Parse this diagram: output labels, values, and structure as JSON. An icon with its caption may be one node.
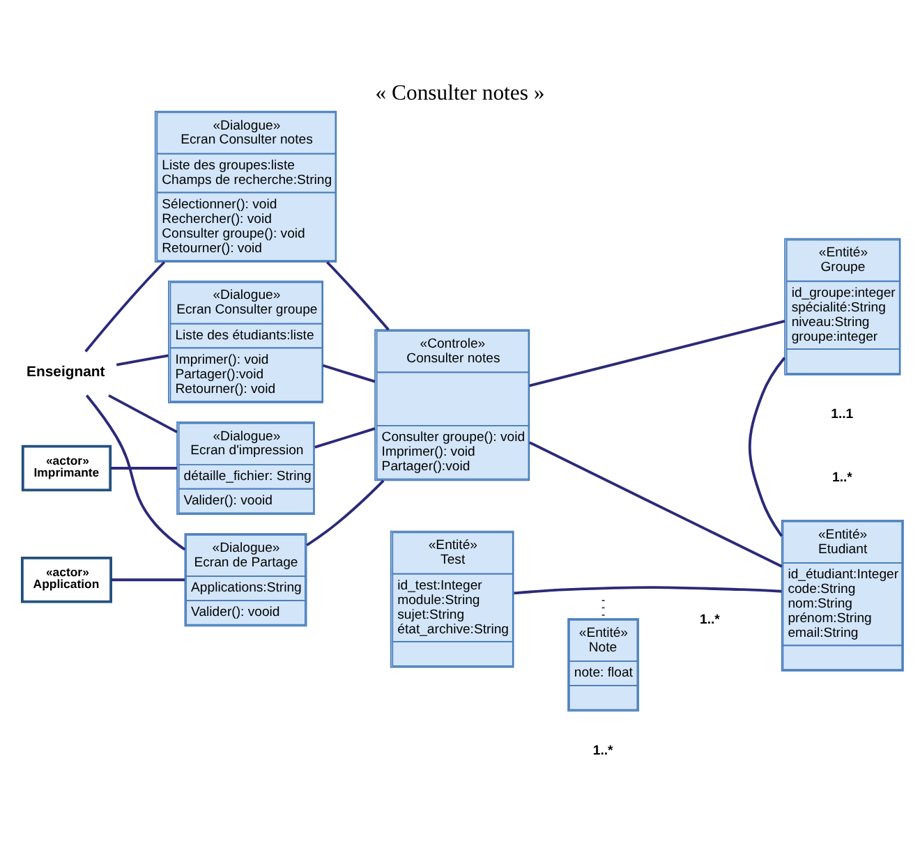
{
  "diagram": {
    "title": "« Consulter notes »",
    "nodes": [
      {
        "text": [
          "Enseignant"
        ]
      },
      {
        "text": [
          "«Dialogue»",
          "Ecran Consulter notes",
          "Liste des groupes:liste",
          "Champs de recherche:String",
          "Sélectionner(): void",
          "Rechercher(): void",
          "Consulter groupe(): void",
          "Retourner(): void"
        ]
      },
      {
        "text": [
          "«Controle»",
          "Consulter notes",
          "Consulter groupe(): void",
          "Imprimer(): void",
          "Partager():void"
        ]
      },
      {
        "text": [
          "«Entité»",
          "Groupe",
          "id_groupe:integer",
          "spécialité:String",
          "niveau:String",
          "groupe:integer"
        ]
      },
      {
        "text": [
          "«Dialogue»",
          "Ecran Consulter groupe",
          "Liste des étudiants:liste",
          "Imprimer(): void",
          "Partager():void",
          "Retourner(): void"
        ]
      },
      {
        "text": [
          "«Dialogue»",
          "Ecran d'impression",
          "détaille_fichier: String",
          "Valider(): vooid"
        ]
      },
      {
        "text": [
          "«actor»",
          "Imprimante"
        ]
      },
      {
        "text": [
          "«Entité»",
          "Test",
          "id_test:Integer",
          "module:String",
          "sujet:String",
          "état_archive:String"
        ]
      },
      {
        "text": [
          "«Entité»",
          "Etudiant",
          "id_étudiant:Integer",
          "code:String",
          "nom:String",
          "prénom:String",
          "email:String"
        ]
      },
      {
        "text": [
          "«Dialogue»",
          "Ecran de Partage",
          "Applications:String",
          "Valider(): vooid"
        ]
      },
      {
        "text": [
          "«actor»",
          "Application"
        ]
      },
      {
        "text": [
          "«Entité»",
          "Note",
          "note: float"
        ]
      }
    ],
    "edges": [
      {
        "from": 0,
        "to": 1,
        "arrow": "none"
      },
      {
        "from": 0,
        "to": 4,
        "arrow": "none"
      },
      {
        "from": 0,
        "to": 5,
        "arrow": "none"
      },
      {
        "from": 0,
        "to": 9,
        "arrow": "none"
      },
      {
        "from": 1,
        "to": 2,
        "arrow": "none"
      },
      {
        "from": 4,
        "to": 2,
        "arrow": "none"
      },
      {
        "from": 5,
        "to": 2,
        "arrow": "none"
      },
      {
        "from": 9,
        "to": 2,
        "arrow": "none"
      },
      {
        "from": 2,
        "to": 3,
        "arrow": "none"
      },
      {
        "from": 2,
        "to": 8,
        "arrow": "none"
      },
      {
        "from": 3,
        "to": 8,
        "arrow": "none"
      },
      {
        "from": 6,
        "to": 5,
        "arrow": "none"
      },
      {
        "from": 10,
        "to": 9,
        "arrow": "none"
      },
      {
        "from": 7,
        "to": 8,
        "arrow": "none"
      },
      {
        "from": null,
        "to": 11,
        "arrow": "none",
        "style": "dashed"
      }
    ],
    "labels": [
      "1..1",
      "1..*",
      "1..*",
      "1..*"
    ]
  }
}
